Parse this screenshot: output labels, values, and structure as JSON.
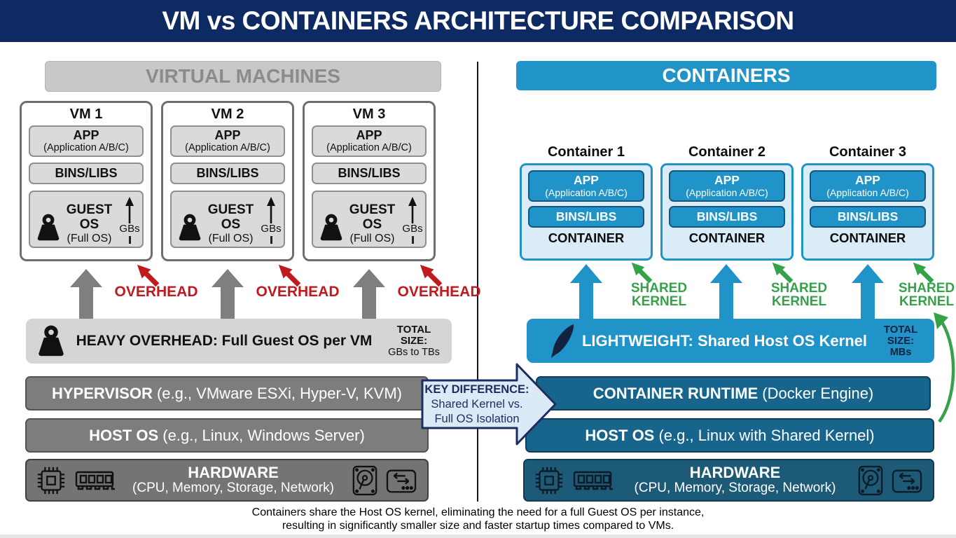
{
  "title": "VM vs CONTAINERS ARCHITECTURE COMPARISON",
  "left": {
    "header": "VIRTUAL MACHINES",
    "overhead_label": "OVERHEAD",
    "vms": [
      {
        "name": "VM 1",
        "app": "APP",
        "app_sub": "(Application A/B/C)",
        "bins": "BINS/LIBS",
        "guest": "GUEST OS",
        "guest_sub": "(Full OS)",
        "size": "GBs"
      },
      {
        "name": "VM 2",
        "app": "APP",
        "app_sub": "(Application A/B/C)",
        "bins": "BINS/LIBS",
        "guest": "GUEST OS",
        "guest_sub": "(Full OS)",
        "size": "GBs"
      },
      {
        "name": "VM 3",
        "app": "APP",
        "app_sub": "(Application A/B/C)",
        "bins": "BINS/LIBS",
        "guest": "GUEST OS",
        "guest_sub": "(Full OS)",
        "size": "GBs"
      }
    ],
    "heavy": {
      "text": "HEAVY OVERHEAD: Full Guest OS per VM",
      "total_1": "TOTAL",
      "total_2": "SIZE:",
      "total_3": "GBs to TBs"
    },
    "hypervisor_bold": "HYPERVISOR",
    "hypervisor_rest": " (e.g., VMware ESXi, Hyper-V, KVM)",
    "hostos_bold": "HOST OS",
    "hostos_rest": " (e.g., Linux, Windows Server)",
    "hardware_bold": "HARDWARE",
    "hardware_rest": "(CPU, Memory, Storage, Network)"
  },
  "center": {
    "key_diff_1": "KEY DIFFERENCE:",
    "key_diff_2": "Shared Kernel vs.",
    "key_diff_3": "Full OS Isolation"
  },
  "right": {
    "header": "CONTAINERS",
    "shared_1": "SHARED",
    "shared_2": "KERNEL",
    "containers": [
      {
        "name": "Container 1",
        "app": "APP",
        "app_sub": "(Application A/B/C)",
        "bins": "BINS/LIBS",
        "label": "CONTAINER"
      },
      {
        "name": "Container 2",
        "app": "APP",
        "app_sub": "(Application A/B/C)",
        "bins": "BINS/LIBS",
        "label": "CONTAINER"
      },
      {
        "name": "Container 3",
        "app": "APP",
        "app_sub": "(Application A/B/C)",
        "bins": "BINS/LIBS",
        "label": "CONTAINER"
      }
    ],
    "lightweight": {
      "text": "LIGHTWEIGHT: Shared Host OS Kernel",
      "total_1": "TOTAL",
      "total_2": "SIZE:",
      "total_3": "MBs"
    },
    "runtime_bold": "CONTAINER RUNTIME",
    "runtime_rest": " (Docker Engine)",
    "hostos_bold": "HOST OS",
    "hostos_rest": " (e.g., Linux with Shared Kernel)",
    "hardware_bold": "HARDWARE",
    "hardware_rest": "(CPU, Memory, Storage, Network)"
  },
  "caption_line1": "Containers share the Host OS kernel, eliminating the need for a full Guest OS per instance,",
  "caption_line2": "resulting in significantly smaller size and faster startup times compared to VMs.",
  "colors": {
    "banner_navy": "#0e2a63",
    "container_blue": "#2093c8",
    "teal_bar": "#17658c",
    "hardware_teal": "#1c5a77",
    "gray_bar": "#7d7d7d",
    "overhead_red": "#c01a1d",
    "shared_green": "#35a24a",
    "vm_gray_bg": "#dadada",
    "container_light_bg": "#d9ecf8"
  }
}
